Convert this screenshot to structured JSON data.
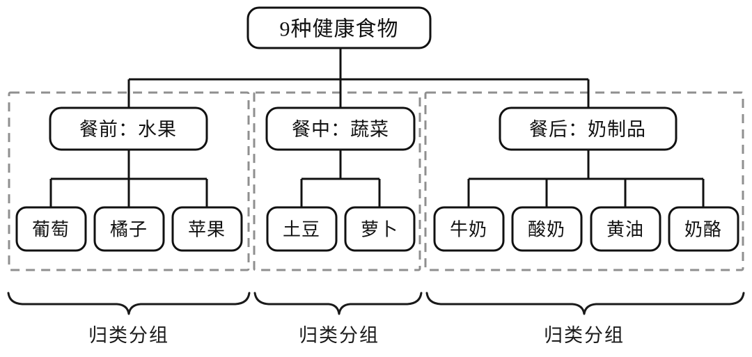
{
  "diagram": {
    "type": "tree-classification-diagram",
    "root": {
      "label": "9种健康食物"
    },
    "groups": [
      {
        "id": "group-fruit",
        "parent_label": "餐前：水果",
        "caption": "归类分组",
        "children": [
          {
            "label": "葡萄"
          },
          {
            "label": "橘子"
          },
          {
            "label": "苹果"
          }
        ]
      },
      {
        "id": "group-vegetable",
        "parent_label": "餐中：蔬菜",
        "caption": "归类分组",
        "children": [
          {
            "label": "土豆"
          },
          {
            "label": "萝卜"
          }
        ]
      },
      {
        "id": "group-dairy",
        "parent_label": "餐后：奶制品",
        "caption": "归类分组",
        "children": [
          {
            "label": "牛奶"
          },
          {
            "label": "酸奶"
          },
          {
            "label": "黄油"
          },
          {
            "label": "奶酪"
          }
        ]
      }
    ],
    "colors": {
      "node_stroke": "#111111",
      "node_fill": "#ffffff",
      "text": "#111111",
      "group_frame": "#8f8f8f",
      "brace": "#1a1a1a",
      "background": "#ffffff"
    }
  }
}
